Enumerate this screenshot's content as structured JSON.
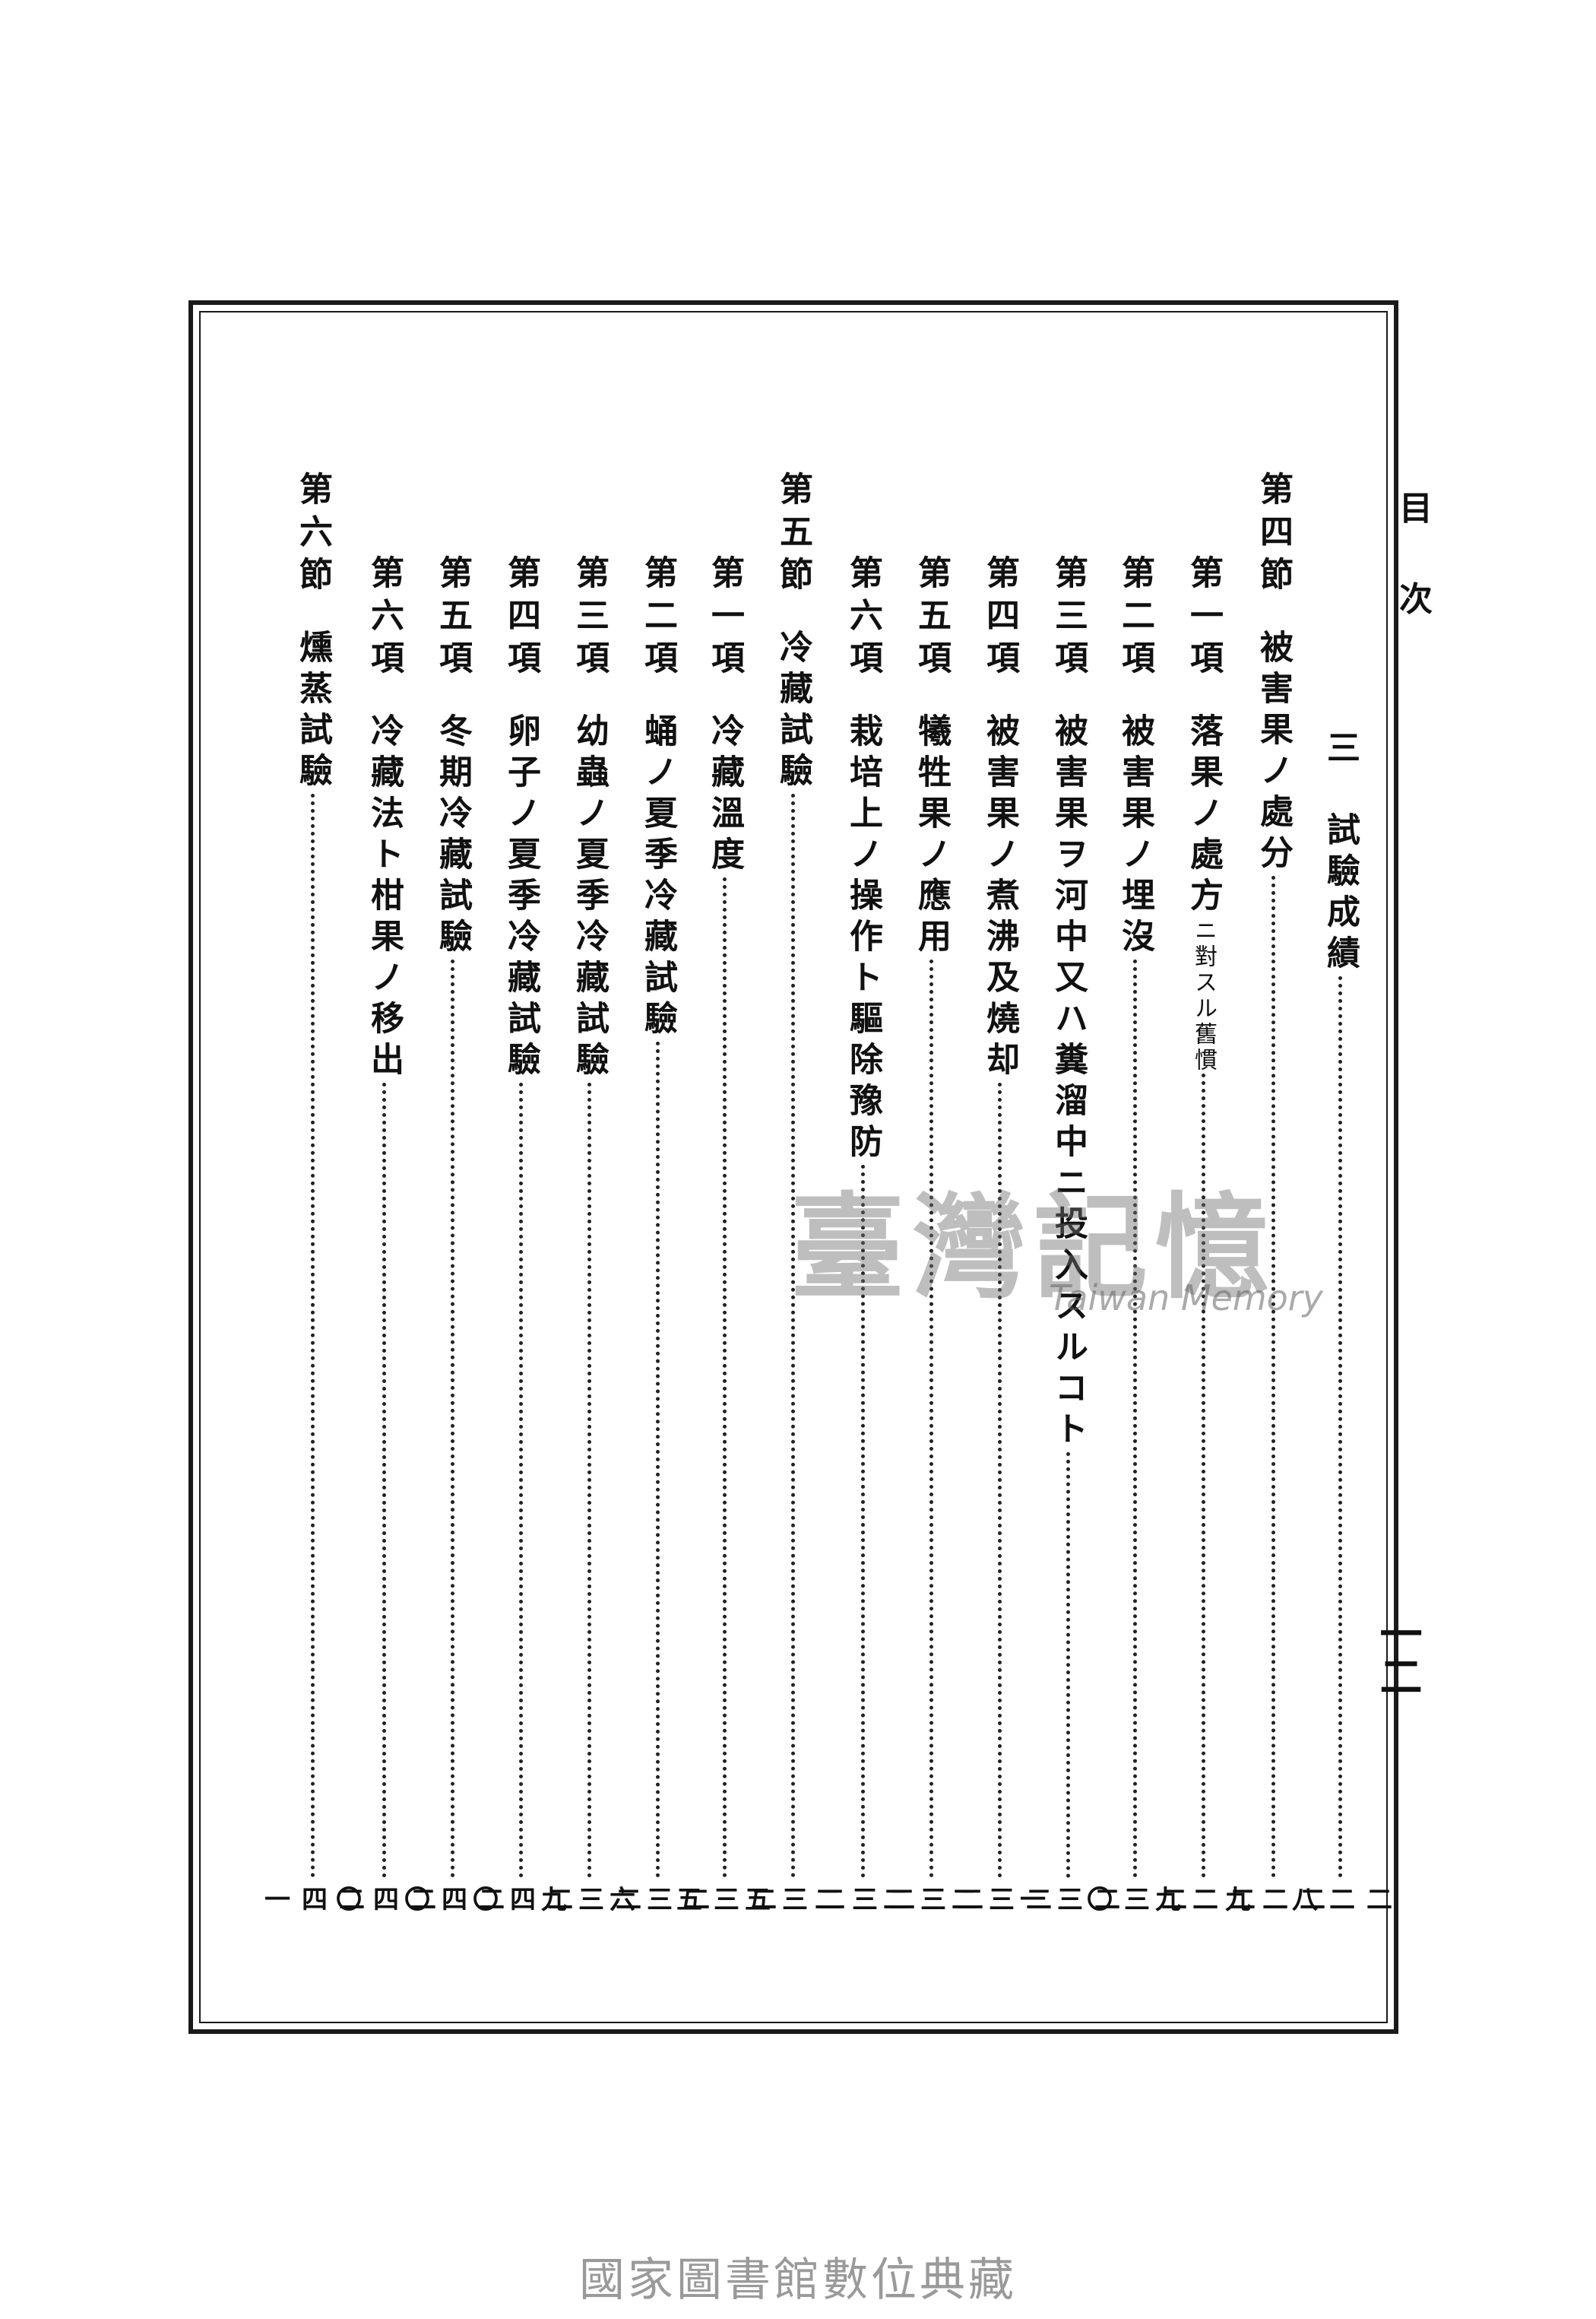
{
  "header": {
    "title": "目 次",
    "folio": "一二"
  },
  "watermark": {
    "cn": "臺灣記憶",
    "en": "Taiwan Memory"
  },
  "footer": "國家圖書館數位典藏",
  "entries": [
    {
      "label": "",
      "title": "三　試驗成績",
      "note": "",
      "page": "二二八"
    },
    {
      "label": "第四節",
      "title": "被害果ノ處分",
      "note": "",
      "page": "二二九"
    },
    {
      "label": "第一項",
      "title": "落果ノ處方",
      "note": "ニ對スル舊慣",
      "page": "二二九"
    },
    {
      "label": "第二項",
      "title": "被害果ノ埋沒",
      "note": "",
      "page": "二三〇"
    },
    {
      "label": "第三項",
      "title": "被害果ヲ河中又ハ糞溜中ニ投入スルコト",
      "note": "",
      "page": "二三一"
    },
    {
      "label": "第四項",
      "title": "被害果ノ煮沸及燒却",
      "note": "",
      "page": "二三二"
    },
    {
      "label": "第五項",
      "title": "犧牲果ノ應用",
      "note": "",
      "page": "二三二"
    },
    {
      "label": "第六項",
      "title": "栽培上ノ操作ト驅除豫防",
      "note": "",
      "page": "二三二"
    },
    {
      "label": "第五節",
      "title": "冷藏試驗",
      "note": "",
      "page": "二三五"
    },
    {
      "label": "第一項",
      "title": "冷藏溫度",
      "note": "",
      "page": "二三五"
    },
    {
      "label": "第二項",
      "title": "蛹ノ夏季冷藏試驗",
      "note": "",
      "page": "二三六"
    },
    {
      "label": "第三項",
      "title": "幼蟲ノ夏季冷藏試驗",
      "note": "",
      "page": "二三九"
    },
    {
      "label": "第四項",
      "title": "卵子ノ夏季冷藏試驗",
      "note": "",
      "page": "二四〇"
    },
    {
      "label": "第五項",
      "title": "冬期冷藏試驗",
      "note": "",
      "page": "二四〇"
    },
    {
      "label": "第六項",
      "title": "冷藏法ト柑果ノ移出",
      "note": "",
      "page": "二四〇"
    },
    {
      "label": "第六節",
      "title": "燻蒸試驗",
      "note": "",
      "page": "二四一"
    }
  ]
}
